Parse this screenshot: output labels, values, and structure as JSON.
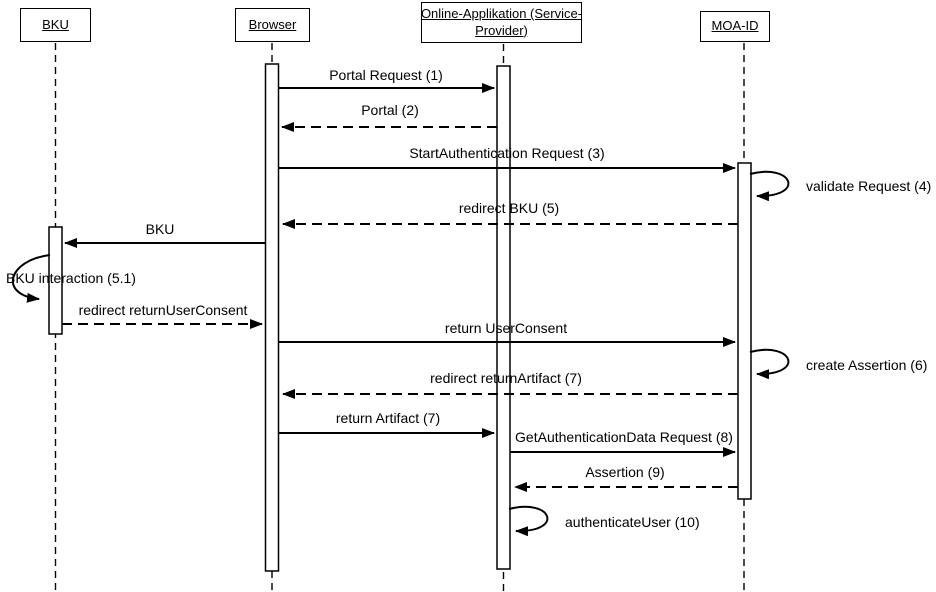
{
  "diagram": {
    "type": "uml-sequence-diagram",
    "background_color": "#ffffff",
    "line_color": "#000000",
    "actors": {
      "bku": {
        "label": "BKU"
      },
      "browser": {
        "label": "Browser"
      },
      "online_app": {
        "label_line1": "Online-Applikation (Service-",
        "label_line2": "Provider)"
      },
      "moa_id": {
        "label": "MOA-ID"
      }
    },
    "messages": {
      "portal_request": {
        "label": "Portal Request (1)",
        "from": "Browser",
        "to": "Online-Applikation (Service-Provider)",
        "style": "solid"
      },
      "portal": {
        "label": "Portal (2)",
        "from": "Online-Applikation (Service-Provider)",
        "to": "Browser",
        "style": "dashed"
      },
      "start_authentication_request": {
        "label": "StartAuthentication Request (3)",
        "from": "Browser",
        "to": "MOA-ID",
        "style": "solid"
      },
      "validate_request": {
        "label": "validate Request (4)",
        "from": "MOA-ID",
        "to": "MOA-ID",
        "style": "self"
      },
      "redirect_bku": {
        "label": "redirect BKU (5)",
        "from": "MOA-ID",
        "to": "Browser",
        "style": "dashed"
      },
      "bku": {
        "label": "BKU",
        "from": "Browser",
        "to": "BKU",
        "style": "solid"
      },
      "bku_interaction": {
        "label": "BKU interaction (5.1)",
        "from": "BKU",
        "to": "BKU",
        "style": "self"
      },
      "redirect_return_user_consent": {
        "label": "redirect returnUserConsent",
        "from": "BKU",
        "to": "Browser",
        "style": "dashed"
      },
      "return_user_consent": {
        "label": "return UserConsent",
        "from": "Browser",
        "to": "MOA-ID",
        "style": "solid"
      },
      "create_assertion": {
        "label": "create Assertion (6)",
        "from": "MOA-ID",
        "to": "MOA-ID",
        "style": "self"
      },
      "redirect_return_artifact": {
        "label": "redirect returnArtifact (7)",
        "from": "MOA-ID",
        "to": "Browser",
        "style": "dashed"
      },
      "return_artifact": {
        "label": "return Artifact (7)",
        "from": "Browser",
        "to": "Online-Applikation (Service-Provider)",
        "style": "solid"
      },
      "get_authentication_data_request": {
        "label": "GetAuthenticationData Request (8)",
        "from": "Online-Applikation (Service-Provider)",
        "to": "MOA-ID",
        "style": "solid"
      },
      "assertion": {
        "label": "Assertion (9)",
        "from": "MOA-ID",
        "to": "Online-Applikation (Service-Provider)",
        "style": "dashed"
      },
      "authenticate_user": {
        "label": "authenticateUser (10)",
        "from": "Online-Applikation (Service-Provider)",
        "to": "Online-Applikation (Service-Provider)",
        "style": "self"
      }
    }
  }
}
